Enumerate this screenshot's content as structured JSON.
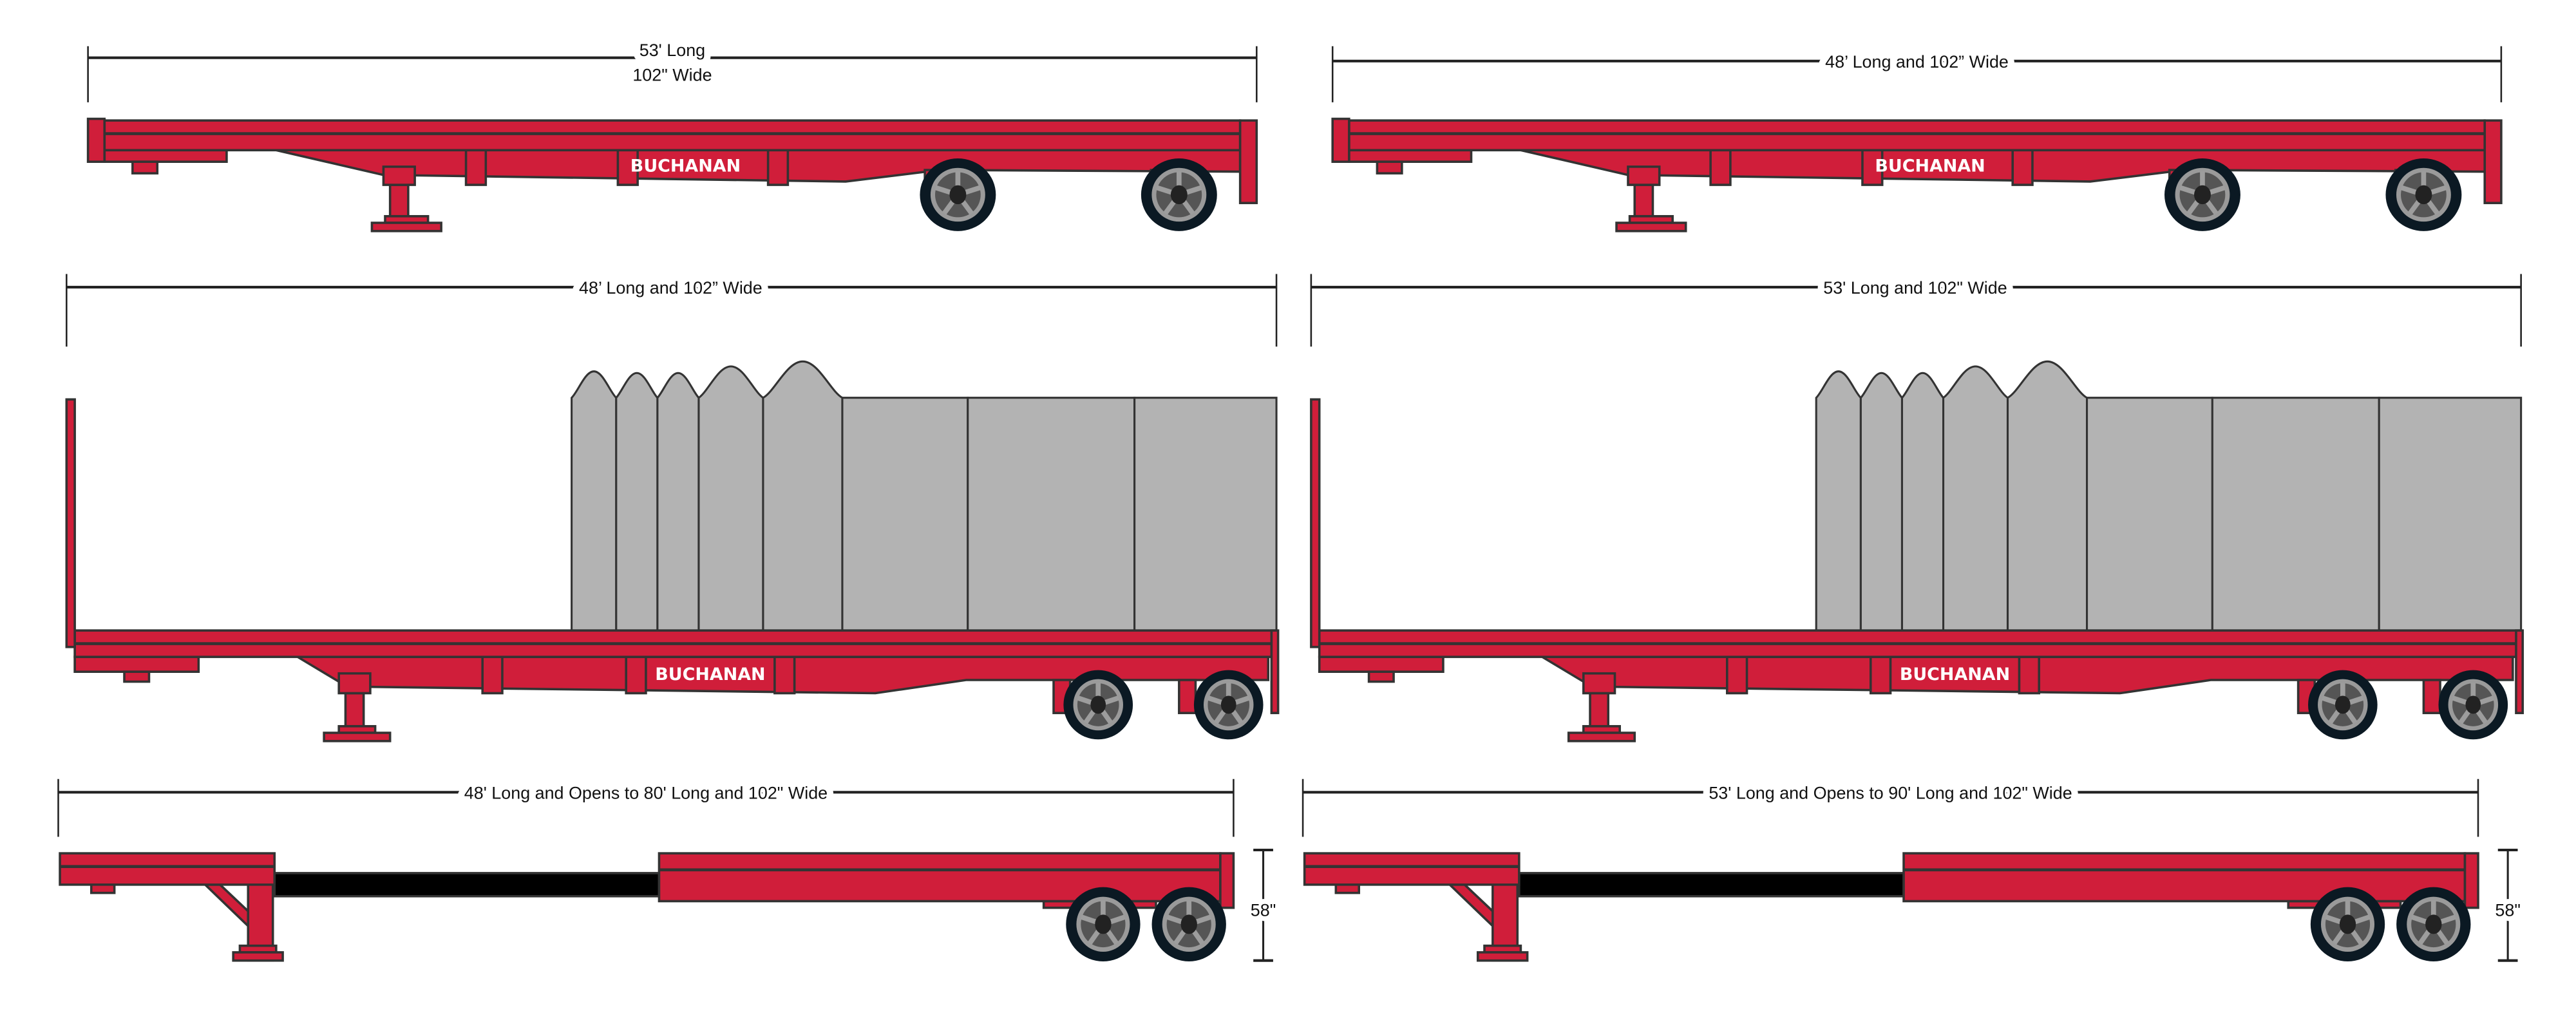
{
  "panels": [
    {
      "label_line1": "53' Long",
      "label_line2": "102\" Wide"
    },
    {
      "label": "48’ Long and 102” Wide"
    },
    {
      "label": "48’ Long and 102” Wide"
    },
    {
      "label": "53' Long and 102\" Wide"
    },
    {
      "label": "48' Long and Opens to 80' Long and 102\" Wide"
    },
    {
      "label": "53' Long and Opens to 90' Long and 102\" Wide"
    }
  ],
  "brand": "BUCHANAN",
  "height_label": "58\"",
  "colors": {
    "trailer_red": "#D01E3A",
    "outline": "#333333",
    "tire": "#0B1923",
    "rim": "#9A9A9A",
    "cargo": "#B3B3B3",
    "extension": "#000000"
  }
}
